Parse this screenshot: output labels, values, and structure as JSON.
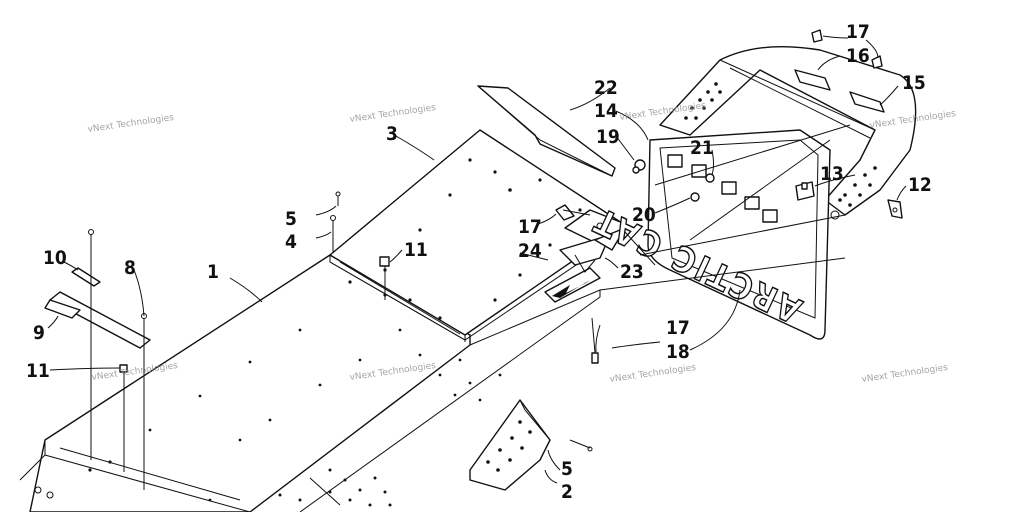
{
  "watermark": "vNext Technologies",
  "decal_text": "ARCTIC CAT",
  "callouts": [
    "1",
    "2",
    "3",
    "4",
    "5",
    "5",
    "8",
    "9",
    "10",
    "11",
    "11",
    "12",
    "13",
    "14",
    "15",
    "16",
    "17",
    "17",
    "17",
    "18",
    "19",
    "20",
    "21",
    "22",
    "23",
    "24"
  ],
  "colors": {
    "line": "#111111",
    "watermark": "#9a9a9a",
    "background": "#ffffff"
  }
}
